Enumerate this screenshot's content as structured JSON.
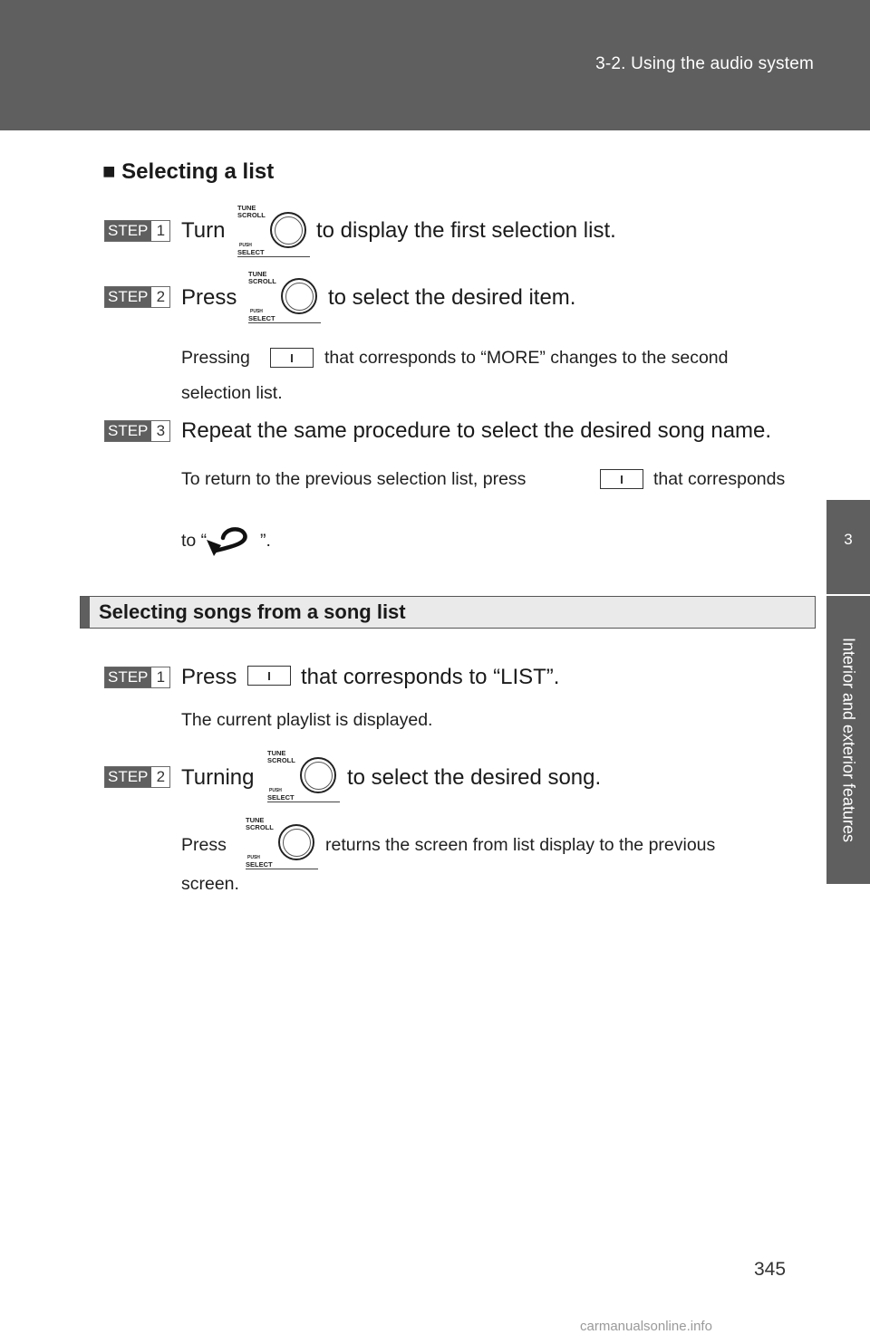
{
  "header": {
    "title": "3-2. Using the audio system"
  },
  "side_tab": {
    "chapter": "3",
    "label": "Interior and exterior features"
  },
  "section1": {
    "title": "■ Selecting a list",
    "step1": {
      "badge": "STEP",
      "num": "1",
      "pre": "Turn",
      "post": "to display the first selection list."
    },
    "step2": {
      "badge": "STEP",
      "num": "2",
      "pre": "Press",
      "post": "to select the desired item.",
      "note1_pre": "Pressing",
      "note1_post": "that corresponds to “MORE” changes to the second",
      "note1_line2": "selection list."
    },
    "step3": {
      "badge": "STEP",
      "num": "3",
      "text": "Repeat the same procedure to select the desired song name.",
      "note_line1_pre": "To return to the previous selection list, press",
      "note_line1_post": "that corresponds",
      "note_line2_pre": "to “",
      "note_line2_post": "”."
    }
  },
  "section2": {
    "title": "Selecting songs from a song list",
    "step1": {
      "badge": "STEP",
      "num": "1",
      "pre": "Press",
      "post": "that corresponds to “LIST”.",
      "note": "The current playlist is displayed."
    },
    "step2": {
      "badge": "STEP",
      "num": "2",
      "pre": "Turning",
      "post": "to select the desired song.",
      "note_pre": "Press",
      "note_post": "returns the screen from list display to the previous",
      "note_line2": "screen."
    }
  },
  "knob": {
    "tune": "TUNE",
    "scroll": "SCROLL",
    "push": "PUSH",
    "select": "SELECT"
  },
  "page_number": "345",
  "watermark": "carmanualsonline.info"
}
